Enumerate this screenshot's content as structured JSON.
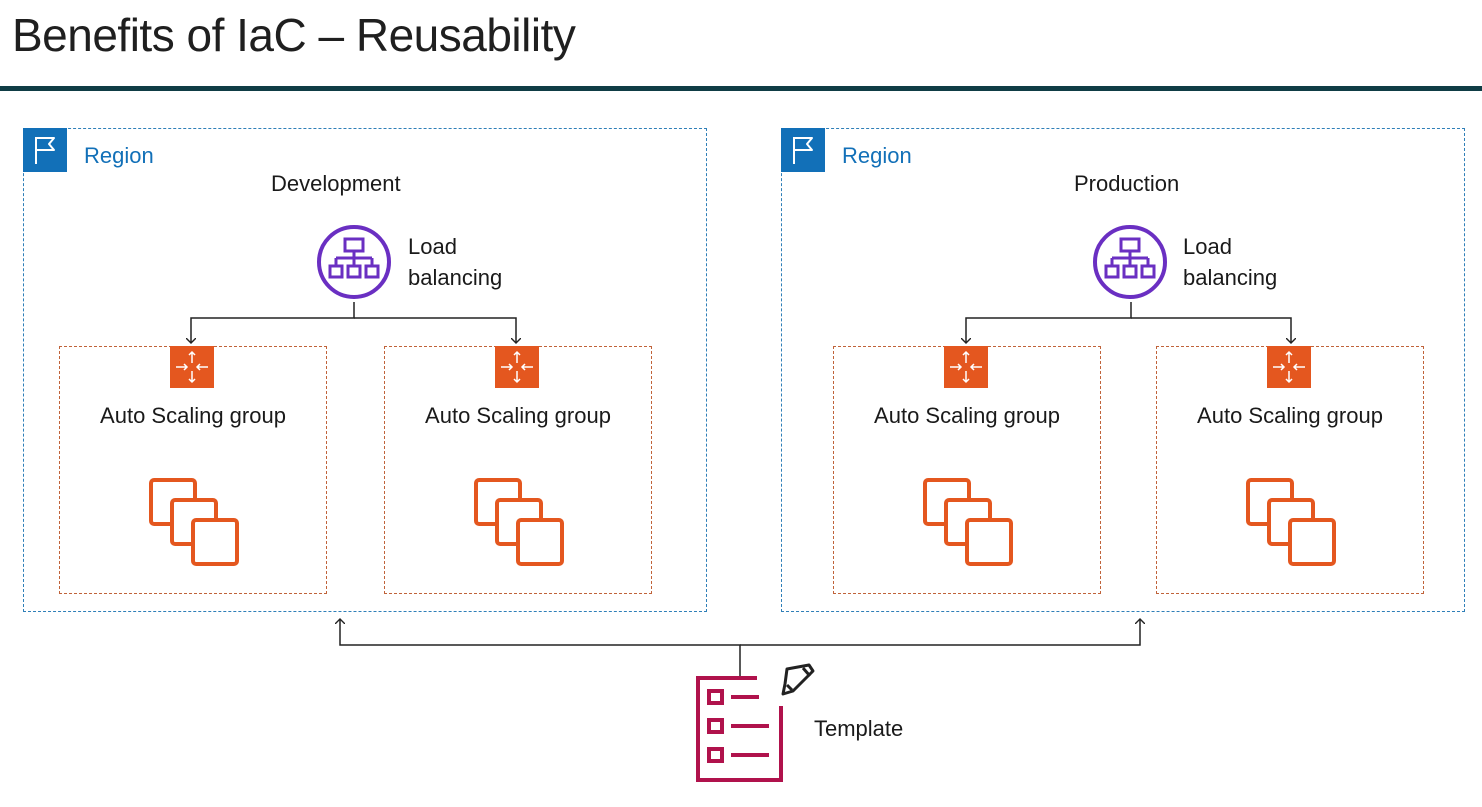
{
  "title": "Benefits of IaC – Reusability",
  "colors": {
    "title_rule": "#0f3d45",
    "region": "#1270b8",
    "asg": "#e4571f",
    "load_balancer": "#6a2fc2",
    "template": "#b0124c"
  },
  "regions": [
    {
      "label": "Region",
      "environment": "Development",
      "load_balancer": {
        "label_line1": "Load",
        "label_line2": "balancing",
        "icon": "load-balancer-icon"
      },
      "groups": [
        {
          "label": "Auto Scaling group",
          "icon": "auto-scaling-icon",
          "instances_icon": "ec2-instances-icon"
        },
        {
          "label": "Auto Scaling group",
          "icon": "auto-scaling-icon",
          "instances_icon": "ec2-instances-icon"
        }
      ]
    },
    {
      "label": "Region",
      "environment": "Production",
      "load_balancer": {
        "label_line1": "Load",
        "label_line2": "balancing",
        "icon": "load-balancer-icon"
      },
      "groups": [
        {
          "label": "Auto Scaling group",
          "icon": "auto-scaling-icon",
          "instances_icon": "ec2-instances-icon"
        },
        {
          "label": "Auto Scaling group",
          "icon": "auto-scaling-icon",
          "instances_icon": "ec2-instances-icon"
        }
      ]
    }
  ],
  "template": {
    "label": "Template",
    "icon": "template-icon"
  }
}
